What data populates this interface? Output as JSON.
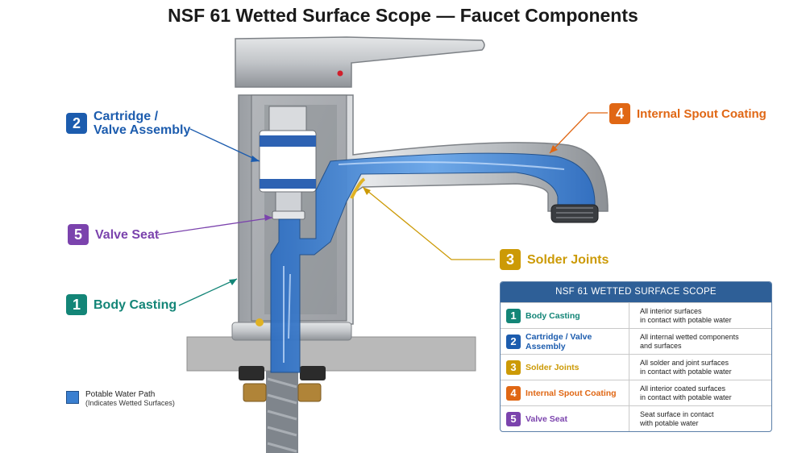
{
  "title": "NSF 61 Wetted Surface Scope — Faucet Components",
  "colors": {
    "body_casting": "#138577",
    "cartridge": "#1c5cae",
    "solder": "#cc9a06",
    "spout_coating": "#e06714",
    "valve_seat": "#7b43ad",
    "water": "#3a7fd0",
    "table_header": "#2e5f97"
  },
  "callouts": [
    {
      "num": "2",
      "label_line1": "Cartridge /",
      "label_line2": "Valve Assembly"
    },
    {
      "num": "5",
      "label": "Valve Seat"
    },
    {
      "num": "1",
      "label": "Body Casting"
    },
    {
      "num": "4",
      "label": "Internal Spout Coating"
    },
    {
      "num": "3",
      "label": "Solder Joints"
    }
  ],
  "legend": {
    "title": "Potable Water Path",
    "subtitle": "(Indicates Wetted Surfaces)"
  },
  "table": {
    "header": "NSF 61 WETTED SURFACE SCOPE",
    "rows": [
      {
        "num": "1",
        "name": "Body Casting",
        "desc1": "All interior surfaces",
        "desc2": "in contact with potable water"
      },
      {
        "num": "2",
        "name": "Cartridge / Valve Assembly",
        "desc1": "All internal wetted components",
        "desc2": "and surfaces"
      },
      {
        "num": "3",
        "name": "Solder Joints",
        "desc1": "All solder and joint surfaces",
        "desc2": "in contact with potable water"
      },
      {
        "num": "4",
        "name": "Internal Spout Coating",
        "desc1": "All interior coated surfaces",
        "desc2": "in contact with potable water"
      },
      {
        "num": "5",
        "name": "Valve Seat",
        "desc1": "Seat surface in contact",
        "desc2": "with potable water"
      }
    ]
  }
}
